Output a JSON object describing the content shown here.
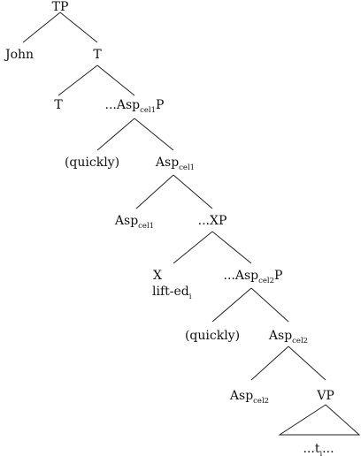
{
  "tree": {
    "nodes": {
      "tp": {
        "main": "TP"
      },
      "john": {
        "main": "John"
      },
      "t_bar": {
        "main": "T"
      },
      "t_head": {
        "main": "T"
      },
      "asp1p": {
        "main": "...Asp",
        "sub": "cel1",
        "tail": "P"
      },
      "quickly1": {
        "main": "(quickly)"
      },
      "asp1_bar": {
        "main": "Asp",
        "sub": "cel1"
      },
      "asp1_head": {
        "main": "Asp",
        "sub": "cel1"
      },
      "xp": {
        "main": "...XP"
      },
      "x_head": {
        "main": "X"
      },
      "lifted": {
        "main": "lift-ed",
        "sub": "i"
      },
      "asp2p": {
        "main": "...Asp",
        "sub": "cel2",
        "tail": "P"
      },
      "quickly2": {
        "main": "(quickly)"
      },
      "asp2_bar": {
        "main": "Asp",
        "sub": "cel2"
      },
      "asp2_head": {
        "main": "Asp",
        "sub": "cel2"
      },
      "vp": {
        "main": "VP"
      },
      "trace": {
        "main": "...t",
        "sub": "i",
        "tail": "..."
      }
    }
  }
}
